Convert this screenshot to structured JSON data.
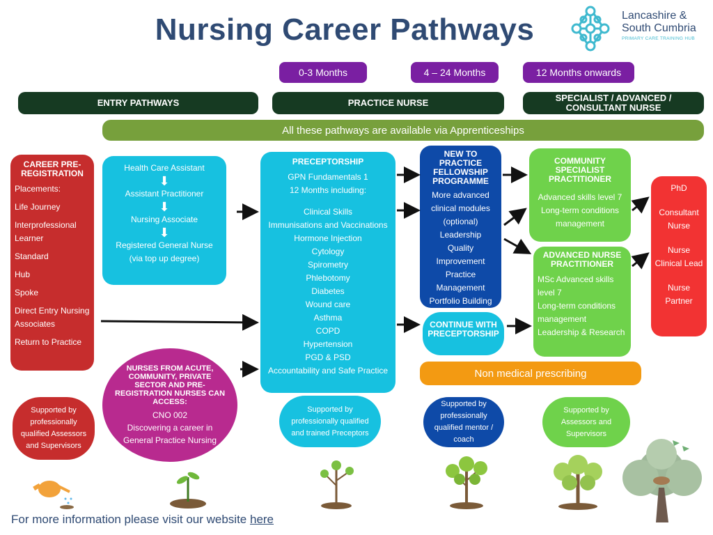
{
  "title": "Nursing Career Pathways",
  "logo": {
    "line1": "Lancashire &",
    "line2": "South Cumbria",
    "sub": "PRIMARY CARE TRAINING HUB"
  },
  "timeframes": [
    "0-3 Months",
    "4 – 24 Months",
    "12 Months onwards"
  ],
  "stages": {
    "entry": "ENTRY PATHWAYS",
    "practice": "PRACTICE NURSE",
    "specialist": "SPECIALIST / ADVANCED / CONSULTANT NURSE"
  },
  "banner": "All these pathways are available via Apprenticeships",
  "career_pre_reg": {
    "heading": "CAREER PRE-REGISTRATION",
    "items": [
      "Placements:",
      "Life Journey",
      "Interprofessional Learner",
      "Standard",
      "Hub",
      "Spoke",
      "Direct Entry Nursing Associates",
      "Return to Practice"
    ]
  },
  "hca_path": [
    "Health Care Assistant",
    "Assistant Practitioner",
    "Nursing Associate",
    "Registered General Nurse (via top up degree)"
  ],
  "acute": {
    "heading": "NURSES FROM ACUTE, COMMUNITY, PRIVATE SECTOR AND PRE-REGISTRATION NURSES CAN ACCESS:",
    "lines": [
      "CNO 002",
      "Discovering a career in General Practice Nursing"
    ]
  },
  "preceptorship": {
    "heading": "PRECEPTORSHIP",
    "intro": [
      "GPN Fundamentals 1",
      "12 Months including:"
    ],
    "items": [
      "Clinical Skills",
      "Immunisations and Vaccinations",
      "Hormone Injection",
      "Cytology",
      "Spirometry",
      "Phlebotomy",
      "Diabetes",
      "Wound care",
      "Asthma",
      "COPD",
      "Hypertension",
      "PGD & PSD",
      "Accountability and Safe Practice"
    ]
  },
  "fellowship": {
    "heading": "NEW TO PRACTICE FELLOWSHIP PROGRAMME",
    "items": [
      "More advanced clinical modules (optional)",
      "Leadership",
      "Quality Improvement",
      "Practice Management",
      "Portfolio Building"
    ]
  },
  "continue": "CONTINUE WITH PRECEPTORSHIP",
  "community": {
    "heading": "COMMUNITY SPECIALIST PRACTITIONER",
    "items": [
      "Advanced skills level 7",
      "Long-term conditions management"
    ]
  },
  "advanced": {
    "heading": "ADVANCED NURSE PRACTITIONER",
    "items": [
      "MSc Advanced skills level 7",
      "Long-term conditions management",
      "Leadership & Research"
    ]
  },
  "top_roles": [
    "PhD",
    "Consultant Nurse",
    "Nurse Clinical Lead",
    "Nurse Partner"
  ],
  "nmp": "Non medical prescribing",
  "support": [
    "Supported by professionally qualified Assessors and Supervisors",
    "Supported by professionally qualified and trained Preceptors",
    "Supported by professionally qualified mentor / coach",
    "Supported by Assessors and Supervisors"
  ],
  "footer": {
    "text": "For more information please visit our website ",
    "link": "here"
  },
  "colors": {
    "title": "#2f4a73",
    "purple": "#7a1fa2",
    "dark_green": "#163a22",
    "olive": "#77a03c",
    "red": "#c62d2d",
    "cyan": "#17c1e0",
    "navy": "#0e4aa8",
    "green": "#6fd24b",
    "magenta": "#b82a8f",
    "bright_red": "#f23333",
    "orange": "#f39a12"
  }
}
